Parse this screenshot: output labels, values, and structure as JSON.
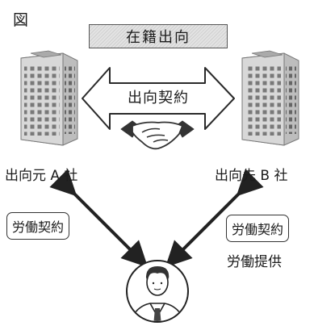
{
  "figure_label": "図",
  "banner": {
    "title": "在籍出向"
  },
  "transfer_contract": {
    "label": "出向契約"
  },
  "companies": {
    "origin": {
      "name": "出向元 A 社"
    },
    "destination": {
      "name": "出向先 B 社"
    }
  },
  "relations": {
    "left_label": "労働契約",
    "right_label": "労働契約",
    "right_sub_label": "労働提供"
  },
  "icons": [
    "building-icon",
    "double-arrow-icon",
    "handshake-icon",
    "employee-avatar-icon",
    "bidirectional-arrow-icon",
    "arrow-icon"
  ]
}
